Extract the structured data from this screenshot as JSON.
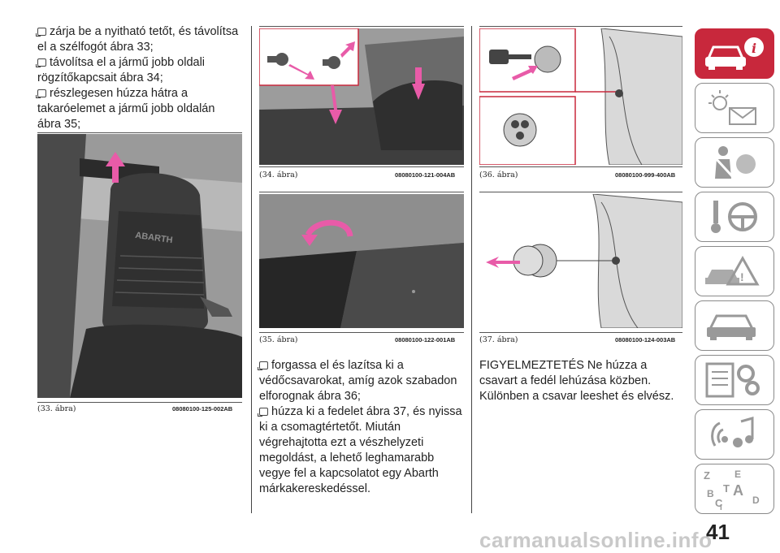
{
  "col1": {
    "bullets": [
      {
        "text": "zárja be a nyitható tetőt, és távolítsa el a szélfogót ábra 33;"
      },
      {
        "text": "távolítsa el a jármű jobb oldali rögzítőkapcsait ábra 34;"
      },
      {
        "text": "részlegesen húzza hátra a takaróelemet a jármű jobb oldalán ábra 35;"
      }
    ]
  },
  "col2": {
    "bullets": [
      {
        "text": "forgassa el és lazítsa ki a védőcsavarokat, amíg azok szabadon elforognak ábra 36;"
      },
      {
        "text": "húzza ki a fedelet ábra 37, és nyissa ki a csomagtértetőt. Miután végrehajtotta ezt a vészhelyzeti megoldást, a lehető leghamarabb vegye fel a kapcsolatot egy Abarth márkakereskedéssel."
      }
    ]
  },
  "col3": {
    "warning": "FIGYELMEZTETÉS Ne húzza a csavart a fedél lehúzása közben. Különben a csavar leeshet és elvész."
  },
  "figures": {
    "fig33": {
      "caption": "(33. ábra)",
      "code": "08080100-125-002AB"
    },
    "fig34": {
      "caption": "(34. ábra)",
      "code": "08080100-121-004AB"
    },
    "fig35": {
      "caption": "(35. ábra)",
      "code": "08080100-122-001AB"
    },
    "fig36": {
      "caption": "(36. ábra)",
      "code": "08080100-999-400AB"
    },
    "fig37": {
      "caption": "(37. ábra)",
      "code": "08080100-124-003AB"
    },
    "seat_badge": "ABARTH"
  },
  "sidebar": {
    "items": [
      {
        "icon": "car-info-icon",
        "active": true
      },
      {
        "icon": "light-envelope-icon",
        "active": false
      },
      {
        "icon": "seatbelt-airbag-icon",
        "active": false
      },
      {
        "icon": "key-steering-icon",
        "active": false
      },
      {
        "icon": "warning-triangle-car-icon",
        "active": false
      },
      {
        "icon": "car-service-icon",
        "active": false
      },
      {
        "icon": "spec-gears-icon",
        "active": false
      },
      {
        "icon": "multimedia-icon",
        "active": false
      },
      {
        "icon": "index-letters-icon",
        "active": false
      }
    ],
    "index_letters": [
      "Z",
      "E",
      "B",
      "A",
      "C",
      "T",
      "D",
      "I"
    ]
  },
  "page_number": "41",
  "footer": "carmanualsonline.info",
  "colors": {
    "accent": "#c8283c",
    "arrow": "#e85ba8"
  }
}
